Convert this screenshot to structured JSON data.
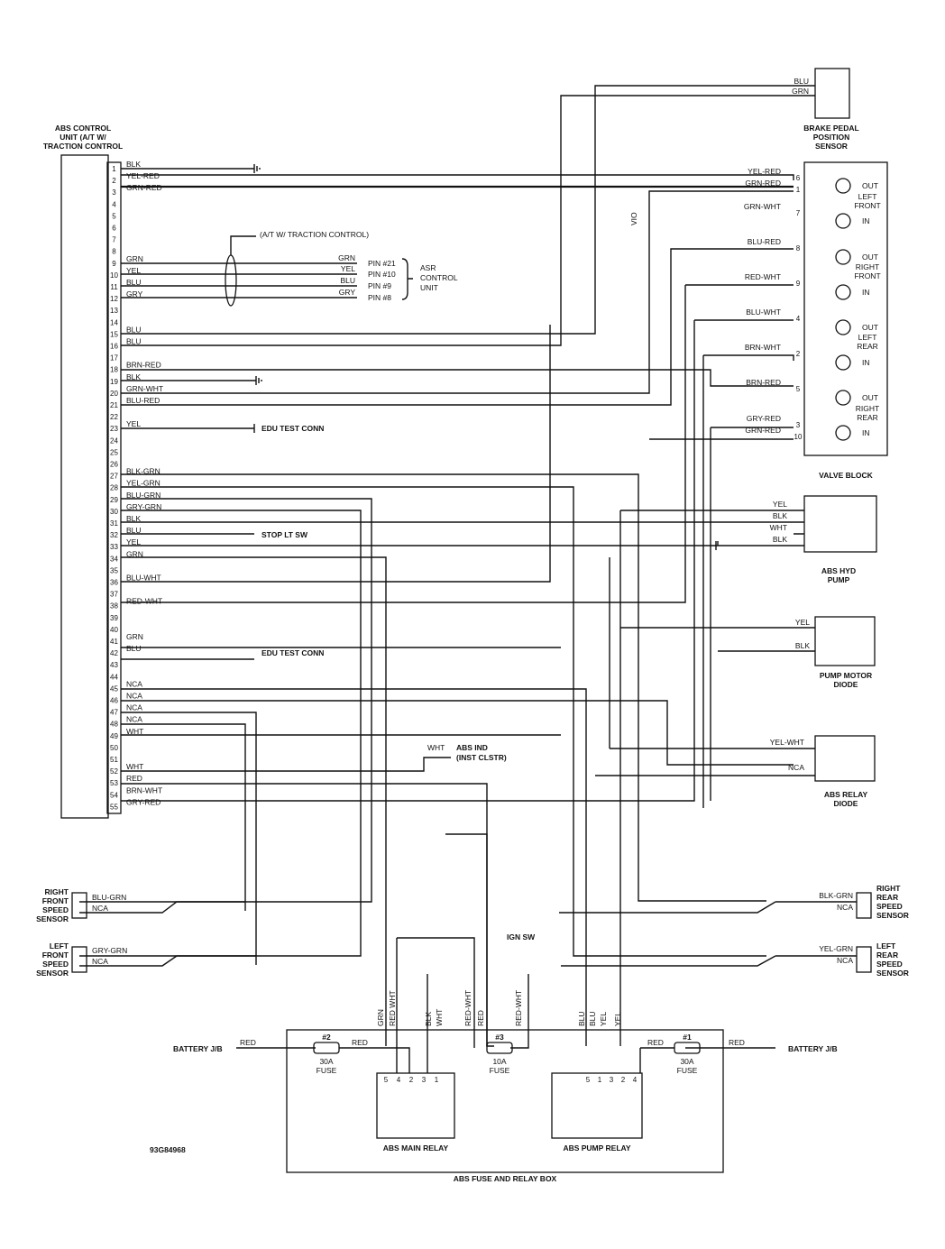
{
  "diagram_id": "93G84968",
  "components": {
    "abs_control_unit": "ABS CONTROL UNIT (A/T W/ TRACTION CONTROL)",
    "brake_pedal_sensor": "BRAKE PEDAL POSITION SENSOR",
    "valve_block": "VALVE BLOCK",
    "abs_hyd_pump": "ABS HYD PUMP",
    "pump_motor_diode": "PUMP MOTOR DIODE",
    "abs_relay_diode": "ABS RELAY DIODE",
    "right_front_speed_sensor": "RIGHT FRONT SPEED SENSOR",
    "left_front_speed_sensor": "LEFT FRONT SPEED SENSOR",
    "right_rear_speed_sensor": "RIGHT REAR SPEED SENSOR",
    "left_rear_speed_sensor": "LEFT REAR SPEED SENSOR",
    "asr_control_unit": "ASR CONTROL UNIT",
    "abs_main_relay": "ABS MAIN RELAY",
    "abs_pump_relay": "ABS PUMP RELAY",
    "fuse_box": "ABS FUSE AND RELAY BOX",
    "at_traction": "(A/T W/ TRACTION CONTROL)",
    "edu_test_conn": "EDU TEST CONN",
    "stop_lt_sw": "STOP LT SW",
    "abs_ind": "ABS IND",
    "inst_clstr": "(INST CLSTR)",
    "ign_sw": "IGN SW",
    "battery_jb": "BATTERY J/B"
  },
  "ecu_pins": [
    "1",
    "2",
    "3",
    "4",
    "5",
    "6",
    "7",
    "8",
    "9",
    "10",
    "11",
    "12",
    "13",
    "14",
    "15",
    "16",
    "17",
    "18",
    "19",
    "20",
    "21",
    "22",
    "23",
    "24",
    "25",
    "26",
    "27",
    "28",
    "29",
    "30",
    "31",
    "32",
    "33",
    "34",
    "35",
    "36",
    "37",
    "38",
    "39",
    "40",
    "41",
    "42",
    "43",
    "44",
    "45",
    "46",
    "47",
    "48",
    "49",
    "50",
    "51",
    "52",
    "53",
    "54",
    "55"
  ],
  "ecu_wires": [
    {
      "pin": "1",
      "color": "BLK"
    },
    {
      "pin": "2",
      "color": "YEL-RED"
    },
    {
      "pin": "3",
      "color": "GRN-RED"
    },
    {
      "pin": "9",
      "color": "GRN"
    },
    {
      "pin": "10",
      "color": "YEL"
    },
    {
      "pin": "11",
      "color": "BLU"
    },
    {
      "pin": "12",
      "color": "GRY"
    },
    {
      "pin": "15",
      "color": "BLU"
    },
    {
      "pin": "16",
      "color": "BLU"
    },
    {
      "pin": "18",
      "color": "BRN-RED"
    },
    {
      "pin": "19",
      "color": "BLK"
    },
    {
      "pin": "20",
      "color": "GRN-WHT"
    },
    {
      "pin": "21",
      "color": "BLU-RED"
    },
    {
      "pin": "23",
      "color": "YEL"
    },
    {
      "pin": "27",
      "color": "BLK-GRN"
    },
    {
      "pin": "28",
      "color": "YEL-GRN"
    },
    {
      "pin": "29",
      "color": "BLU-GRN"
    },
    {
      "pin": "30",
      "color": "GRY-GRN"
    },
    {
      "pin": "31",
      "color": "BLK"
    },
    {
      "pin": "32",
      "color": "BLU"
    },
    {
      "pin": "33",
      "color": "YEL"
    },
    {
      "pin": "34",
      "color": "GRN"
    },
    {
      "pin": "36",
      "color": "BLU-WHT"
    },
    {
      "pin": "38",
      "color": "RED-WHT"
    },
    {
      "pin": "41",
      "color": "GRN"
    },
    {
      "pin": "42",
      "color": "BLU"
    },
    {
      "pin": "45",
      "color": "NCA"
    },
    {
      "pin": "46",
      "color": "NCA"
    },
    {
      "pin": "47",
      "color": "NCA"
    },
    {
      "pin": "48",
      "color": "NCA"
    },
    {
      "pin": "49",
      "color": "WHT"
    },
    {
      "pin": "52",
      "color": "WHT"
    },
    {
      "pin": "53",
      "color": "RED"
    },
    {
      "pin": "54",
      "color": "BRN-WHT"
    },
    {
      "pin": "55",
      "color": "GRY-RED"
    }
  ],
  "asr_pins": [
    {
      "color": "GRN",
      "pin": "PIN #21"
    },
    {
      "color": "YEL",
      "pin": "PIN #10"
    },
    {
      "color": "BLU",
      "pin": "PIN #9"
    },
    {
      "color": "GRY",
      "pin": "PIN #8"
    }
  ],
  "brake_sensor_wires": [
    "BLU",
    "GRN"
  ],
  "valve_wires": [
    {
      "color": "YEL-RED",
      "pin": "6"
    },
    {
      "color": "GRN-RED",
      "pin": "1"
    },
    {
      "color": "GRN-WHT",
      "pin": "7"
    },
    {
      "color": "BLU-RED",
      "pin": "8"
    },
    {
      "color": "RED-WHT",
      "pin": "9"
    },
    {
      "color": "BLU-WHT",
      "pin": "4"
    },
    {
      "color": "BRN-WHT",
      "pin": "2"
    },
    {
      "color": "BRN-RED",
      "pin": "5"
    },
    {
      "color": "GRY-RED",
      "pin": "3"
    },
    {
      "color": "GRN-RED",
      "pin": "10"
    }
  ],
  "valve_ports": [
    {
      "group": "LEFT FRONT",
      "ports": [
        "OUT",
        "IN"
      ]
    },
    {
      "group": "RIGHT FRONT",
      "ports": [
        "OUT",
        "IN"
      ]
    },
    {
      "group": "LEFT REAR",
      "ports": [
        "OUT",
        "IN"
      ]
    },
    {
      "group": "RIGHT REAR",
      "ports": [
        "OUT",
        "IN"
      ]
    }
  ],
  "valve_group_labels": [
    "LEFT",
    "FRONT",
    "RIGHT",
    "FRONT",
    "LEFT",
    "REAR",
    "RIGHT",
    "REAR"
  ],
  "vio_label": "VIO",
  "pump_wires": [
    "YEL",
    "BLK",
    "WHT",
    "BLK"
  ],
  "diode_wires": {
    "pump_motor": [
      "YEL",
      "BLK"
    ],
    "relay": [
      "YEL-WHT",
      "NCA"
    ]
  },
  "sensor_wires": {
    "rf": [
      "BLU-GRN",
      "NCA"
    ],
    "lf": [
      "GRY-GRN",
      "NCA"
    ],
    "rr": [
      "BLK-GRN",
      "NCA"
    ],
    "lr": [
      "YEL-GRN",
      "NCA"
    ]
  },
  "abs_ind_wire": "WHT",
  "relay_box": {
    "main_relay_wires": [
      "GRN",
      "RED WHT",
      "BLK",
      "WHT",
      "RED-WHT",
      "RED",
      "RED-WHT"
    ],
    "pump_relay_wires": [
      "BLU",
      "BLU",
      "YEL",
      "YEL"
    ],
    "main_relay_pins": [
      "5",
      "4",
      "2",
      "3",
      "1"
    ],
    "pump_relay_pins": [
      "5",
      "1",
      "3",
      "2",
      "4"
    ],
    "fuses": [
      {
        "num": "#2",
        "rating": "30A",
        "label": "FUSE"
      },
      {
        "num": "#3",
        "rating": "10A",
        "label": "FUSE"
      },
      {
        "num": "#1",
        "rating": "30A",
        "label": "FUSE"
      }
    ],
    "battery_wire": "RED"
  }
}
